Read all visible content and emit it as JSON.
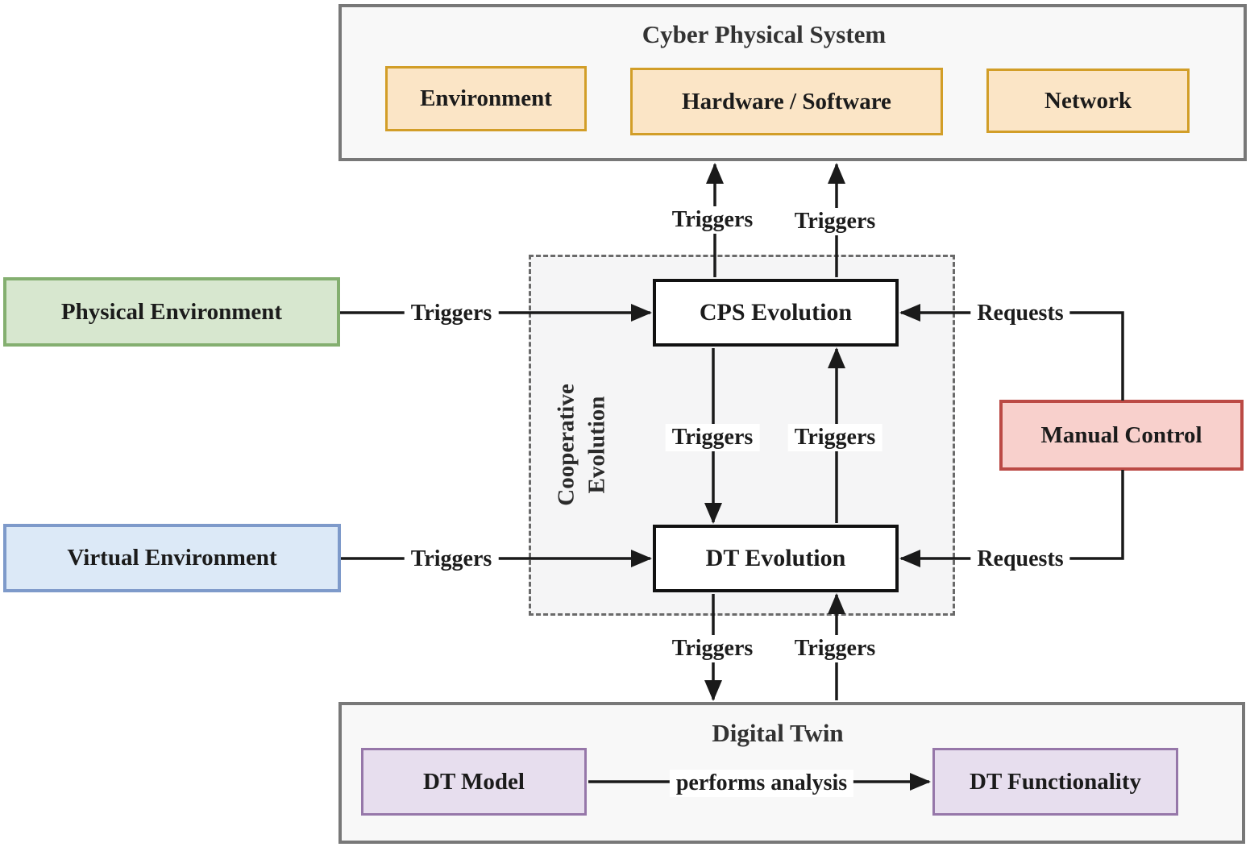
{
  "diagram": {
    "cyber_physical_system": {
      "title": "Cyber Physical System",
      "components": [
        {
          "label": "Environment"
        },
        {
          "label": "Hardware / Software"
        },
        {
          "label": "Network"
        }
      ]
    },
    "cooperative_evolution": {
      "label": "Cooperative Evolution",
      "nodes": {
        "cps_evolution": "CPS Evolution",
        "dt_evolution": "DT Evolution"
      }
    },
    "external_nodes": {
      "physical_environment": "Physical Environment",
      "virtual_environment": "Virtual Environment",
      "manual_control": "Manual Control"
    },
    "digital_twin": {
      "title": "Digital Twin",
      "components": {
        "dt_model": "DT Model",
        "dt_functionality": "DT Functionality"
      }
    },
    "edge_labels": {
      "triggers": "Triggers",
      "requests": "Requests",
      "performs_analysis": "performs analysis"
    },
    "edges": [
      {
        "from": "cps_evolution",
        "to": "cyber_physical_system",
        "label": "Triggers"
      },
      {
        "from": "cps_evolution",
        "to": "cyber_physical_system",
        "label": "Triggers"
      },
      {
        "from": "cps_evolution",
        "to": "dt_evolution",
        "label": "Triggers"
      },
      {
        "from": "dt_evolution",
        "to": "cps_evolution",
        "label": "Triggers"
      },
      {
        "from": "dt_evolution",
        "to": "digital_twin",
        "label": "Triggers"
      },
      {
        "from": "digital_twin",
        "to": "dt_evolution",
        "label": "Triggers"
      },
      {
        "from": "physical_environment",
        "to": "cps_evolution",
        "label": "Triggers"
      },
      {
        "from": "virtual_environment",
        "to": "dt_evolution",
        "label": "Triggers"
      },
      {
        "from": "manual_control",
        "to": "cps_evolution",
        "label": "Requests"
      },
      {
        "from": "manual_control",
        "to": "dt_evolution",
        "label": "Requests"
      },
      {
        "from": "dt_model",
        "to": "dt_functionality",
        "label": "performs analysis"
      }
    ],
    "colors": {
      "container_fill": "#f8f8f8",
      "container_border": "#787878",
      "cps_component_fill": "#fbe5c6",
      "cps_component_border": "#d29e28",
      "physical_env_fill": "#d7e7cf",
      "physical_env_border": "#84af70",
      "virtual_env_fill": "#dce9f7",
      "virtual_env_border": "#7e9aca",
      "manual_control_fill": "#f8d0cc",
      "manual_control_border": "#bb4a45",
      "dt_component_fill": "#e7deee",
      "dt_component_border": "#9677a9",
      "evolution_node_fill": "#ffffff",
      "evolution_node_border": "#111111",
      "arrow_color": "#1a1a1a",
      "dashed_box_fill": "#f5f5f6",
      "dashed_box_border": "#6a6a6a"
    }
  }
}
